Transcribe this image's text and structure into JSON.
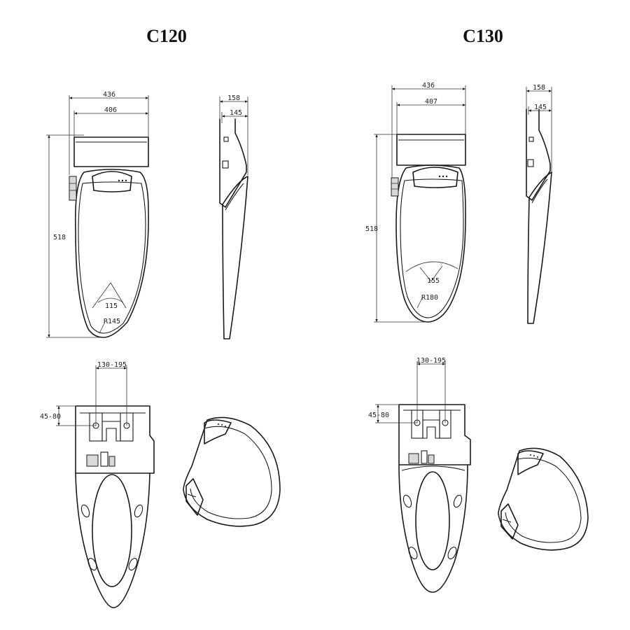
{
  "models": [
    {
      "name": "C120",
      "top_view": {
        "width_outer": "436",
        "width_inner": "406",
        "length": "518",
        "angle": "115",
        "radius": "R145"
      },
      "side_view": {
        "depth_outer": "158",
        "depth_inner": "145"
      },
      "bottom_view": {
        "bracket_span": "130-195",
        "bracket_offset": "45-80"
      }
    },
    {
      "name": "C130",
      "top_view": {
        "width_outer": "436",
        "width_inner": "407",
        "length": "518",
        "angle": "155",
        "radius": "R180"
      },
      "side_view": {
        "depth_outer": "158",
        "depth_inner": "145"
      },
      "bottom_view": {
        "bracket_span": "130-195",
        "bracket_offset": "45-80"
      }
    }
  ]
}
